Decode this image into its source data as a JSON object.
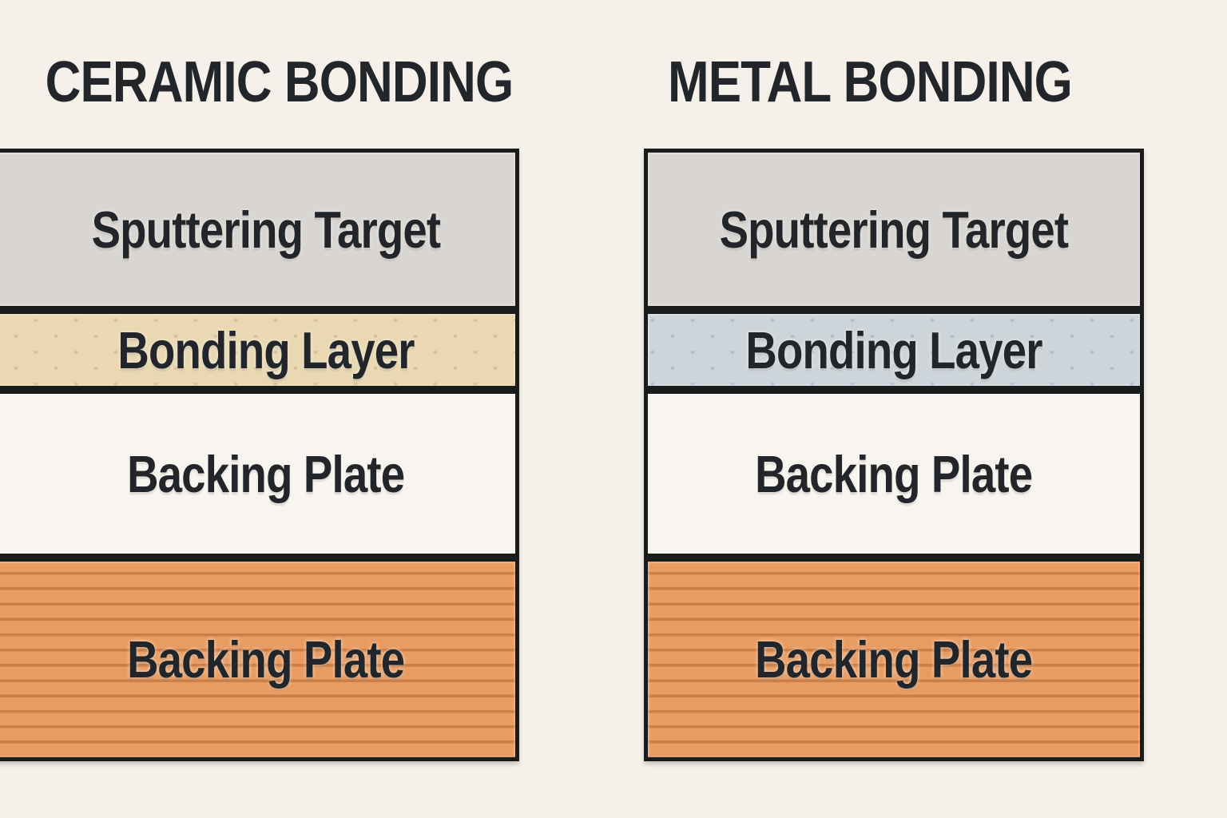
{
  "diagram": {
    "columns": [
      {
        "title": "CERAMIC BONDING",
        "layers": [
          {
            "label": "Sputtering Target"
          },
          {
            "label": "Bonding Layer"
          },
          {
            "label": "Backing Plate"
          },
          {
            "label": "Backing Plate"
          }
        ]
      },
      {
        "title": "METAL BONDING",
        "layers": [
          {
            "label": "Sputtering Target"
          },
          {
            "label": "Bonding Layer"
          },
          {
            "label": "Backing Plate"
          },
          {
            "label": "Backing Plate"
          }
        ]
      }
    ]
  },
  "colors": {
    "background": "#f5f1ea",
    "border": "#191c1a",
    "text": "#22262a",
    "target-fill": "#d8d5d2",
    "bond-ceramic-fill": "#e9d8b1",
    "bond-metal-fill": "#cdd5da",
    "backing-fill": "#f8f5f0",
    "base-fill": "#e99c62",
    "base-stripe": "#c97f47"
  }
}
